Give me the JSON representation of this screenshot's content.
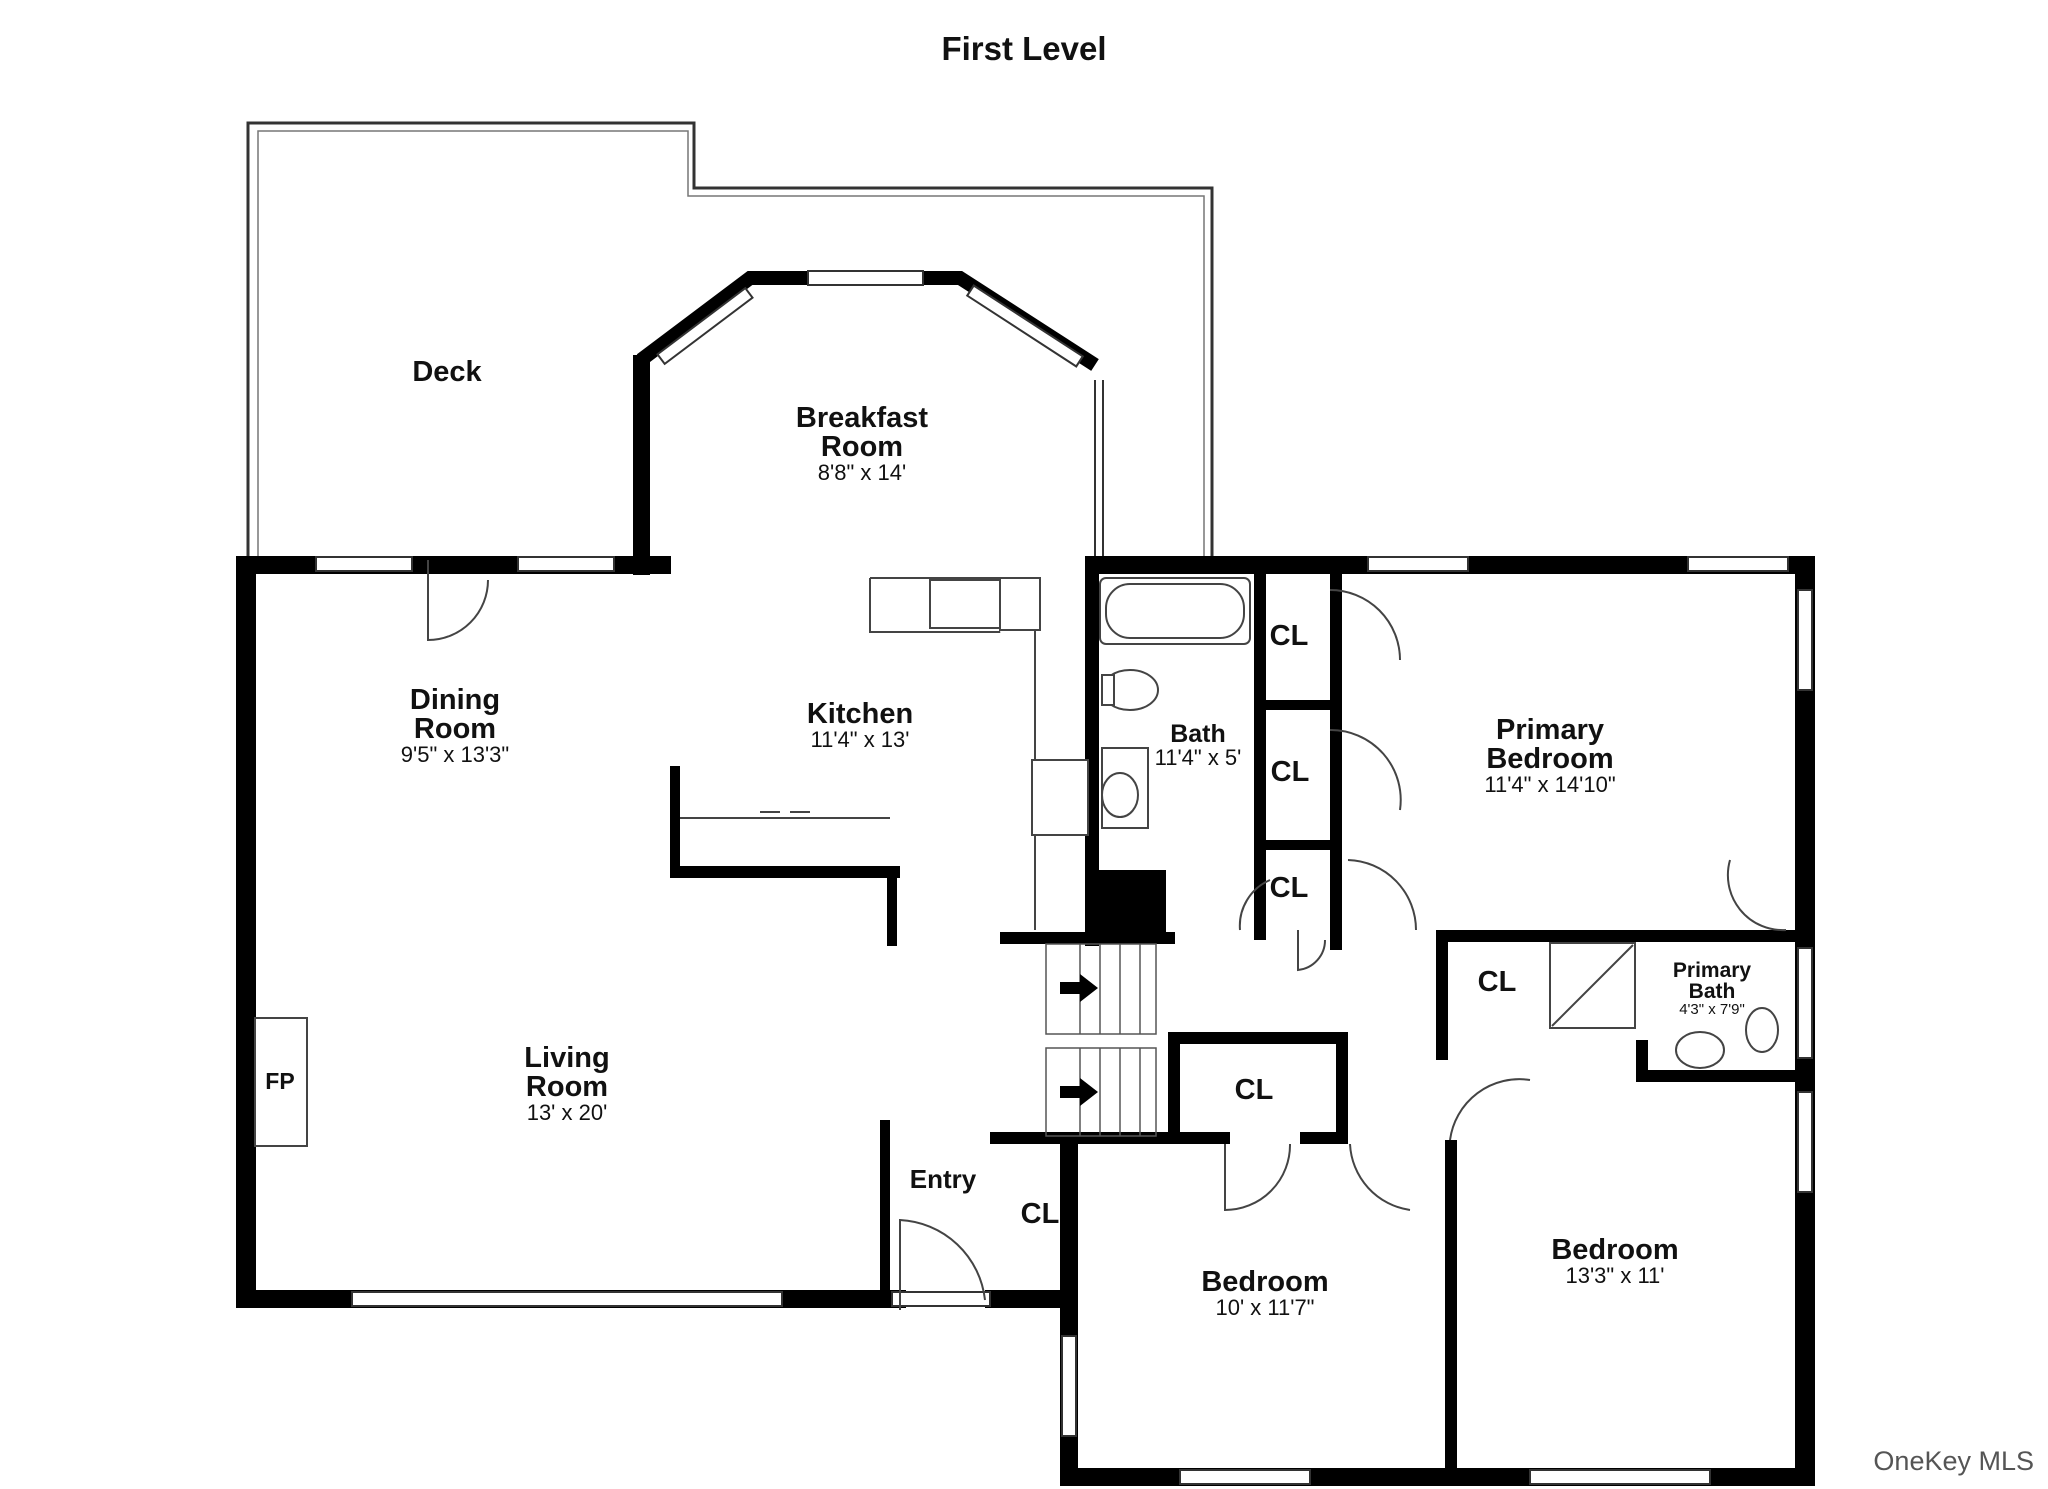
{
  "title": "First Level",
  "watermark": "OneKey MLS",
  "rooms": {
    "deck": {
      "name": "Deck"
    },
    "breakfast": {
      "name_line1": "Breakfast",
      "name_line2": "Room",
      "dims": "8'8\" x 14'"
    },
    "dining": {
      "name_line1": "Dining",
      "name_line2": "Room",
      "dims": "9'5\" x 13'3\""
    },
    "kitchen": {
      "name": "Kitchen",
      "dims": "11'4\" x 13'"
    },
    "bath": {
      "name": "Bath",
      "dims": "11'4\" x 5'"
    },
    "primary_bedroom": {
      "name_line1": "Primary",
      "name_line2": "Bedroom",
      "dims": "11'4\" x 14'10\""
    },
    "primary_bath": {
      "name_line1": "Primary",
      "name_line2": "Bath",
      "dims": "4'3\" x 7'9\""
    },
    "living": {
      "name_line1": "Living",
      "name_line2": "Room",
      "dims": "13' x 20'"
    },
    "entry": {
      "name": "Entry"
    },
    "bedroom_1": {
      "name": "Bedroom",
      "dims": "10' x 11'7\""
    },
    "bedroom_2": {
      "name": "Bedroom",
      "dims": "13'3\" x 11'"
    }
  },
  "closets": [
    "CL",
    "CL",
    "CL",
    "CL",
    "CL",
    "CL"
  ],
  "fireplace": "FP"
}
